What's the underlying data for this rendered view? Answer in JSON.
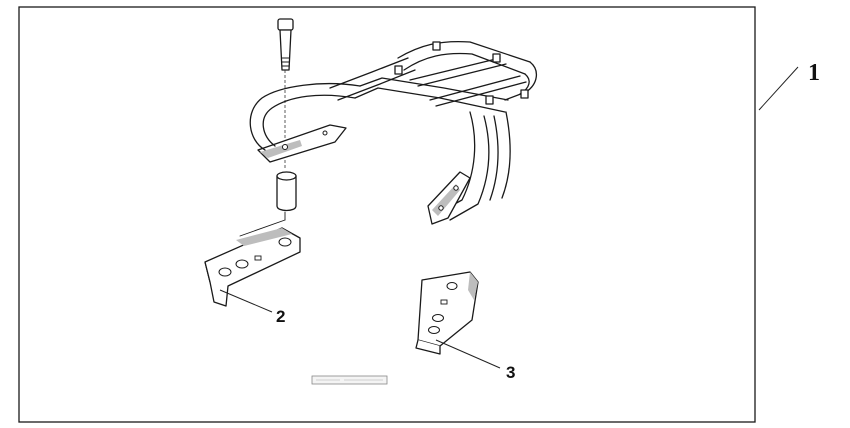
{
  "callouts": {
    "main": "1",
    "left_footrest": "2",
    "right_footrest": "3"
  }
}
